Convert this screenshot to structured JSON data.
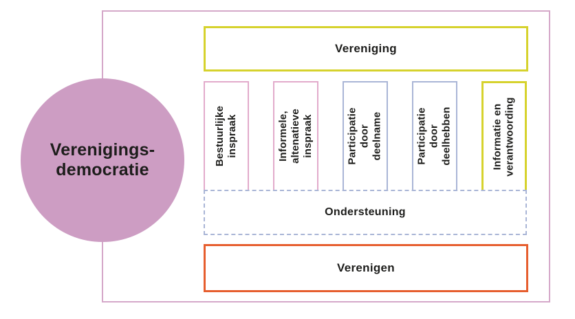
{
  "diagram": {
    "title": "Verenigings-\ndemocratie",
    "top_box": {
      "label": "Vereniging"
    },
    "columns": [
      {
        "label": "Bestuurlijke\ninspraak",
        "border": "pink"
      },
      {
        "label": "Informele,\naltenatieve\ninspraak",
        "border": "pink"
      },
      {
        "label": "Participatie\ndoor deelname",
        "border": "blue"
      },
      {
        "label": "Participatie\ndoor\ndeelhebben",
        "border": "blue"
      },
      {
        "label": "Informatie en\nverantwoording",
        "border": "yellow"
      }
    ],
    "support_box": {
      "label": "Ondersteuning"
    },
    "bottom_box": {
      "label": "Verenigen"
    },
    "colors": {
      "circle_fill": "#cd9dc3",
      "outer_border": "#d5a8c9",
      "pink_border": "#e2aacb",
      "blue_border": "#a9b5d6",
      "yellow_border": "#d6d22d",
      "orange_border": "#e65e2e",
      "text": "#1d1d1b"
    }
  }
}
